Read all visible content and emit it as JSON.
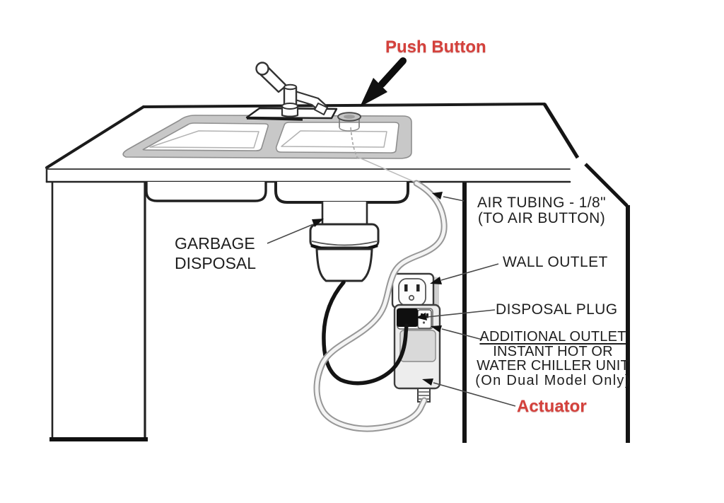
{
  "diagram": {
    "title_context": "sink air switch installation diagram",
    "labels": {
      "push_button": "Push Button",
      "garbage_disposal_line1": "GARBAGE",
      "garbage_disposal_line2": "DISPOSAL",
      "air_tubing_line1": "AIR TUBING - 1/8\"",
      "air_tubing_line2": "(TO AIR BUTTON)",
      "wall_outlet": "WALL OUTLET",
      "disposal_plug": "DISPOSAL PLUG",
      "additional_outlet_line1": "ADDITIONAL OUTLET",
      "additional_outlet_line2": "INSTANT HOT OR",
      "additional_outlet_line3": "WATER CHILLER UNIT",
      "additional_outlet_line4": "(On Dual Model Only)",
      "actuator": "Actuator"
    },
    "colors": {
      "accent_red": "#d4413c",
      "line_black": "#1b1b1b",
      "rim_gray": "#c8c8c8",
      "tube_gray": "#979797",
      "background": "#ffffff"
    }
  }
}
